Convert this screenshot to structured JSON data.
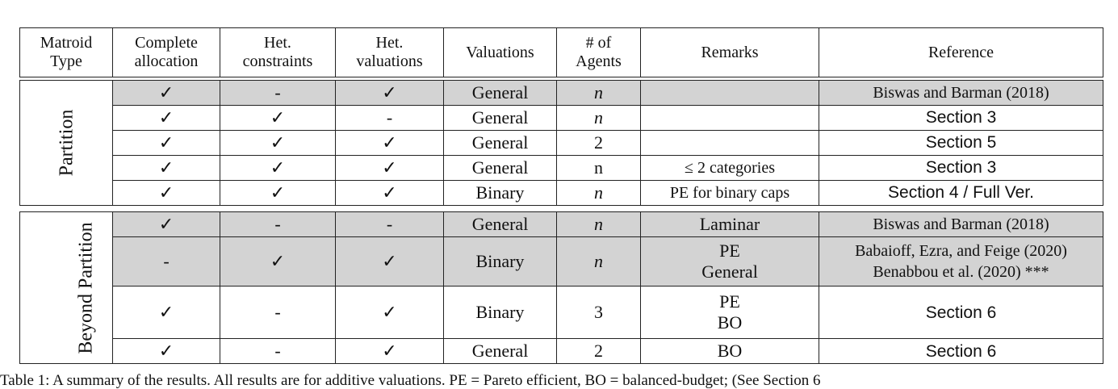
{
  "table": {
    "headers": [
      "Matroid Type",
      "Complete allocation",
      "Het. constraints",
      "Het. valuations",
      "Valuations",
      "# of Agents",
      "Remarks",
      "Reference"
    ],
    "header_lines": [
      [
        "Matroid",
        "Type"
      ],
      [
        "Complete",
        "allocation"
      ],
      [
        "Het.",
        "constraints"
      ],
      [
        "Het.",
        "valuations"
      ],
      [
        "Valuations"
      ],
      [
        "# of",
        "Agents"
      ],
      [
        "Remarks"
      ],
      [
        "Reference"
      ]
    ],
    "groups": [
      {
        "label": "Partition",
        "rows": [
          {
            "shaded": true,
            "complete": "✓",
            "het_constraints": "-",
            "het_valuations": "✓",
            "valuations": "General",
            "agents": "n",
            "remarks": "",
            "reference": "Biswas and Barman (2018)"
          },
          {
            "shaded": false,
            "complete": "✓",
            "het_constraints": "✓",
            "het_valuations": "-",
            "valuations": "General",
            "agents": "n",
            "remarks": "",
            "reference": "Section 3"
          },
          {
            "shaded": false,
            "complete": "✓",
            "het_constraints": "✓",
            "het_valuations": "✓",
            "valuations": "General",
            "agents": "2",
            "remarks": "",
            "reference": "Section 5"
          },
          {
            "shaded": false,
            "complete": "✓",
            "het_constraints": "✓",
            "het_valuations": "✓",
            "valuations": "General",
            "agents": "n",
            "remarks": "≤ 2 categories",
            "reference": "Section 3"
          },
          {
            "shaded": false,
            "complete": "✓",
            "het_constraints": "✓",
            "het_valuations": "✓",
            "valuations": "Binary",
            "agents": "n",
            "remarks": "PE for binary caps",
            "reference": "Section 4 / Full Ver."
          }
        ]
      },
      {
        "label": "Beyond Partition",
        "rows": [
          {
            "shaded": true,
            "complete": "✓",
            "het_constraints": "-",
            "het_valuations": "-",
            "valuations": "General",
            "agents": "n",
            "remarks": "Laminar",
            "reference": "Biswas and Barman (2018)"
          },
          {
            "shaded": true,
            "complete": "-",
            "het_constraints": "✓",
            "het_valuations": "✓",
            "valuations": "Binary",
            "agents": "n",
            "remarks_lines": [
              "PE",
              "General"
            ],
            "reference_lines": [
              "Babaioff, Ezra, and Feige (2020)",
              "Benabbou et al. (2020) ***"
            ]
          },
          {
            "shaded": false,
            "complete": "✓",
            "het_constraints": "-",
            "het_valuations": "✓",
            "valuations": "Binary",
            "agents": "3",
            "remarks_lines": [
              "PE",
              "BO"
            ],
            "reference": "Section 6"
          },
          {
            "shaded": false,
            "complete": "✓",
            "het_constraints": "-",
            "het_valuations": "✓",
            "valuations": "General",
            "agents": "2",
            "remarks": "BO",
            "reference": "Section 6"
          }
        ]
      }
    ]
  },
  "caption": "Table 1: A summary of the results. All results are for additive valuations. PE = Pareto efficient, BO = balanced-budget; (See Section 6"
}
